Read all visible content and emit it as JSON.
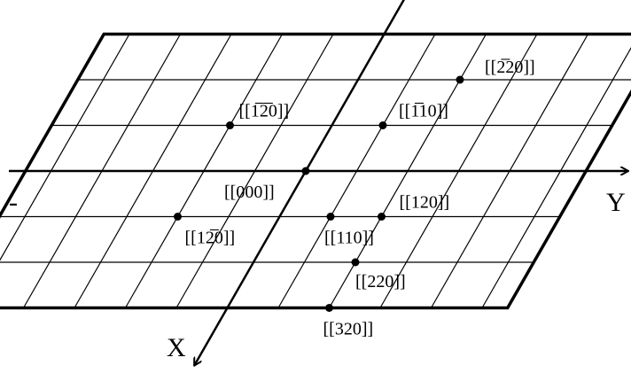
{
  "axes": {
    "x_label": "X",
    "y_label": "Y",
    "minus_label": "-"
  },
  "points": [
    {
      "label": "[[000]]",
      "u": 0,
      "v": 0
    },
    {
      "label": "[[110]]",
      "u": 1,
      "v": 1
    },
    {
      "label": "[[120]]",
      "u": 1,
      "v": 2
    },
    {
      "label": "[[220]]",
      "u": 2,
      "v": 2
    },
    {
      "label": "[[320]]",
      "u": 3,
      "v": 2
    },
    {
      "label": "[[1̅10]]",
      "u": -1,
      "v": 1
    },
    {
      "label": "[[2̅20]]",
      "u": -2,
      "v": 2
    },
    {
      "label": "[[1̅2̅0]]",
      "u": -1,
      "v": -2
    },
    {
      "label": "[[12̅0]]",
      "u": 1,
      "v": -2
    }
  ],
  "colors": {
    "line": "#000000",
    "background": "#ffffff"
  }
}
